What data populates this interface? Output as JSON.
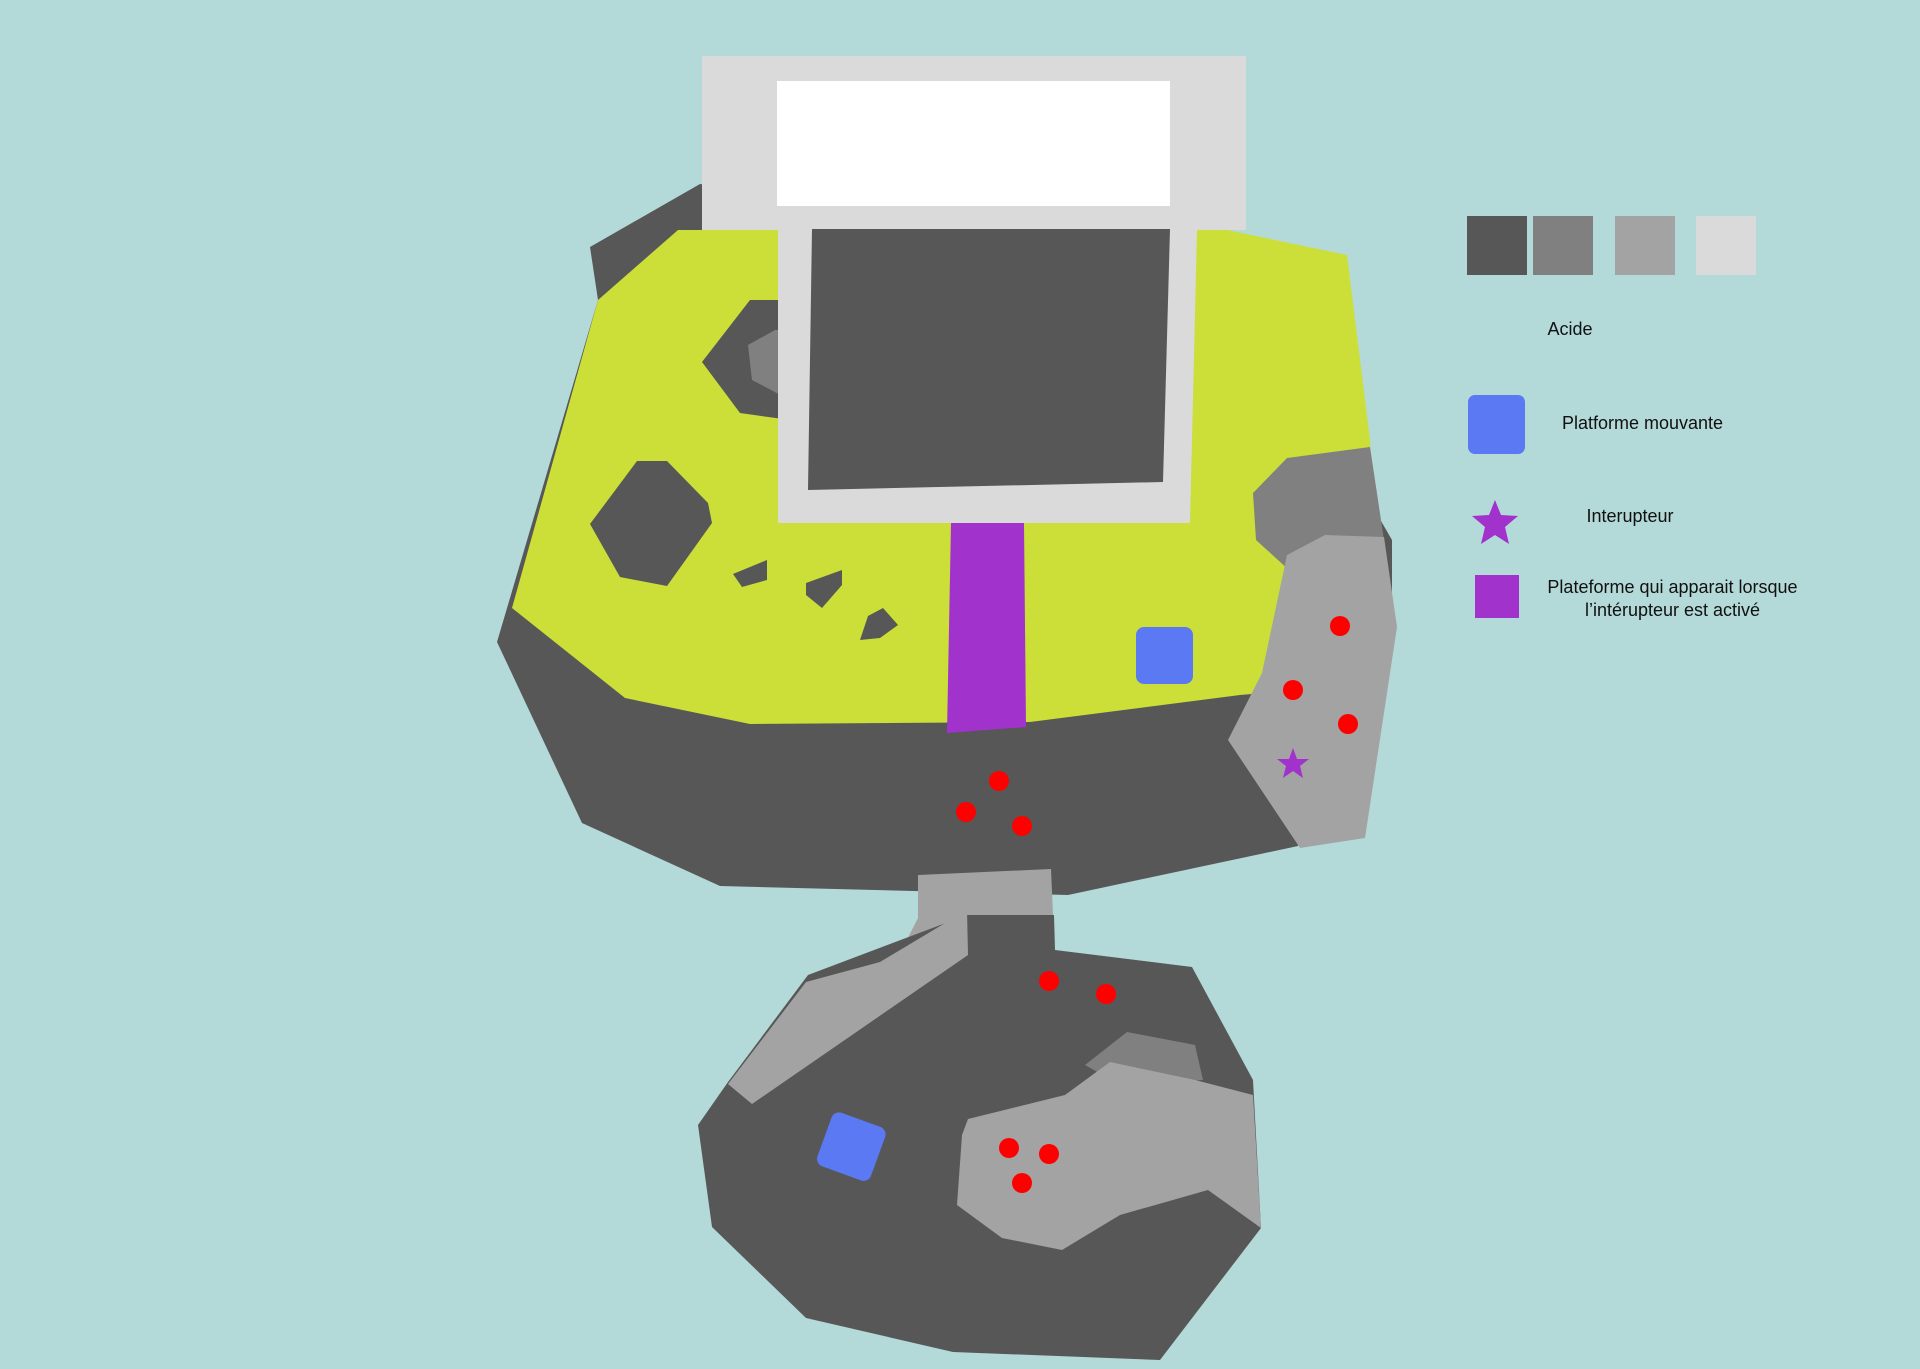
{
  "colors": {
    "background": "#b3dad8",
    "rock_dark": "#575757",
    "rock_mid": "#808080",
    "rock_light": "#a3a3a3",
    "rock_pale": "#dadada",
    "acid": "#cbdf38",
    "moving_platform": "#5b79f2",
    "switch": "#a132cc",
    "hazard_dot": "#ff0000"
  },
  "legend": {
    "palette": [
      "#575757",
      "#808080",
      "#a3a3a3",
      "#dadada"
    ],
    "acid_label": "Acide",
    "moving_platform_label": "Platforme mouvante",
    "switch_label": "Interupteur",
    "switch_platform_label_line1": "Plateforme qui apparait lorsque",
    "switch_platform_label_line2": "l’intérupteur est activé"
  }
}
